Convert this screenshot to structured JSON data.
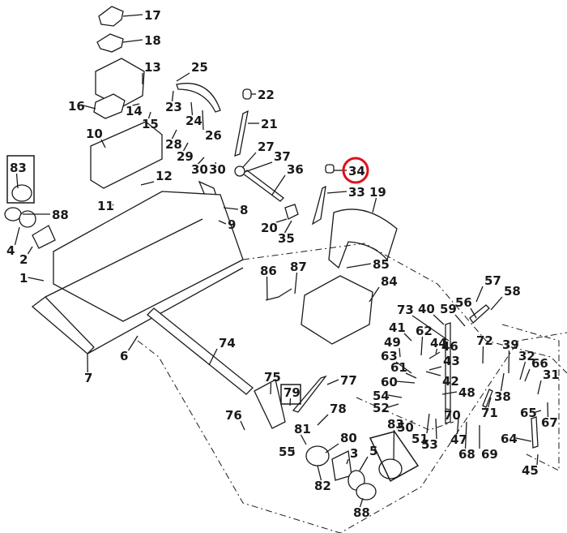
{
  "title": "Exploded parts diagram - hydraulic lift / rear housing assembly",
  "highlight": {
    "part": "34",
    "color": "#e0101a"
  },
  "boxed_parts": [
    "83",
    "79"
  ],
  "labels": [
    {
      "id": "17",
      "text": "17"
    },
    {
      "id": "18",
      "text": "18"
    },
    {
      "id": "13",
      "text": "13"
    },
    {
      "id": "25",
      "text": "25"
    },
    {
      "id": "22",
      "text": "22"
    },
    {
      "id": "16",
      "text": "16"
    },
    {
      "id": "14",
      "text": "14"
    },
    {
      "id": "23",
      "text": "23"
    },
    {
      "id": "15",
      "text": "15"
    },
    {
      "id": "24",
      "text": "24"
    },
    {
      "id": "21",
      "text": "21"
    },
    {
      "id": "10",
      "text": "10"
    },
    {
      "id": "28",
      "text": "28"
    },
    {
      "id": "26",
      "text": "26"
    },
    {
      "id": "27",
      "text": "27"
    },
    {
      "id": "29",
      "text": "29"
    },
    {
      "id": "37",
      "text": "37"
    },
    {
      "id": "30a",
      "text": "30"
    },
    {
      "id": "30b",
      "text": "30"
    },
    {
      "id": "34",
      "text": "34"
    },
    {
      "id": "36",
      "text": "36"
    },
    {
      "id": "83a",
      "text": "83"
    },
    {
      "id": "12",
      "text": "12"
    },
    {
      "id": "33",
      "text": "33"
    },
    {
      "id": "19",
      "text": "19"
    },
    {
      "id": "11",
      "text": "11"
    },
    {
      "id": "8",
      "text": "8"
    },
    {
      "id": "88a",
      "text": "88"
    },
    {
      "id": "9",
      "text": "9"
    },
    {
      "id": "20",
      "text": "20"
    },
    {
      "id": "35",
      "text": "35"
    },
    {
      "id": "4",
      "text": "4"
    },
    {
      "id": "2",
      "text": "2"
    },
    {
      "id": "85",
      "text": "85"
    },
    {
      "id": "86",
      "text": "86"
    },
    {
      "id": "87",
      "text": "87"
    },
    {
      "id": "1",
      "text": "1"
    },
    {
      "id": "84",
      "text": "84"
    },
    {
      "id": "57",
      "text": "57"
    },
    {
      "id": "58",
      "text": "58"
    },
    {
      "id": "56",
      "text": "56"
    },
    {
      "id": "73",
      "text": "73"
    },
    {
      "id": "40",
      "text": "40"
    },
    {
      "id": "59",
      "text": "59"
    },
    {
      "id": "41",
      "text": "41"
    },
    {
      "id": "62",
      "text": "62"
    },
    {
      "id": "72",
      "text": "72"
    },
    {
      "id": "6",
      "text": "6"
    },
    {
      "id": "74",
      "text": "74"
    },
    {
      "id": "49",
      "text": "49"
    },
    {
      "id": "44",
      "text": "44"
    },
    {
      "id": "46",
      "text": "46"
    },
    {
      "id": "39",
      "text": "39"
    },
    {
      "id": "32",
      "text": "32"
    },
    {
      "id": "63",
      "text": "63"
    },
    {
      "id": "43",
      "text": "43"
    },
    {
      "id": "66",
      "text": "66"
    },
    {
      "id": "31",
      "text": "31"
    },
    {
      "id": "61",
      "text": "61"
    },
    {
      "id": "7",
      "text": "7"
    },
    {
      "id": "60",
      "text": "60"
    },
    {
      "id": "42",
      "text": "42"
    },
    {
      "id": "38",
      "text": "38"
    },
    {
      "id": "75",
      "text": "75"
    },
    {
      "id": "77",
      "text": "77"
    },
    {
      "id": "79",
      "text": "79"
    },
    {
      "id": "54",
      "text": "54"
    },
    {
      "id": "48",
      "text": "48"
    },
    {
      "id": "52",
      "text": "52"
    },
    {
      "id": "71",
      "text": "71"
    },
    {
      "id": "65",
      "text": "65"
    },
    {
      "id": "67",
      "text": "67"
    },
    {
      "id": "76",
      "text": "76"
    },
    {
      "id": "78",
      "text": "78"
    },
    {
      "id": "70",
      "text": "70"
    },
    {
      "id": "50",
      "text": "50"
    },
    {
      "id": "81",
      "text": "81"
    },
    {
      "id": "51",
      "text": "51"
    },
    {
      "id": "53",
      "text": "53"
    },
    {
      "id": "47",
      "text": "47"
    },
    {
      "id": "64",
      "text": "64"
    },
    {
      "id": "55",
      "text": "55"
    },
    {
      "id": "80",
      "text": "80"
    },
    {
      "id": "3",
      "text": "3"
    },
    {
      "id": "5",
      "text": "5"
    },
    {
      "id": "83b",
      "text": "83"
    },
    {
      "id": "68",
      "text": "68"
    },
    {
      "id": "69",
      "text": "69"
    },
    {
      "id": "45",
      "text": "45"
    },
    {
      "id": "82",
      "text": "82"
    },
    {
      "id": "88b",
      "text": "88"
    }
  ]
}
